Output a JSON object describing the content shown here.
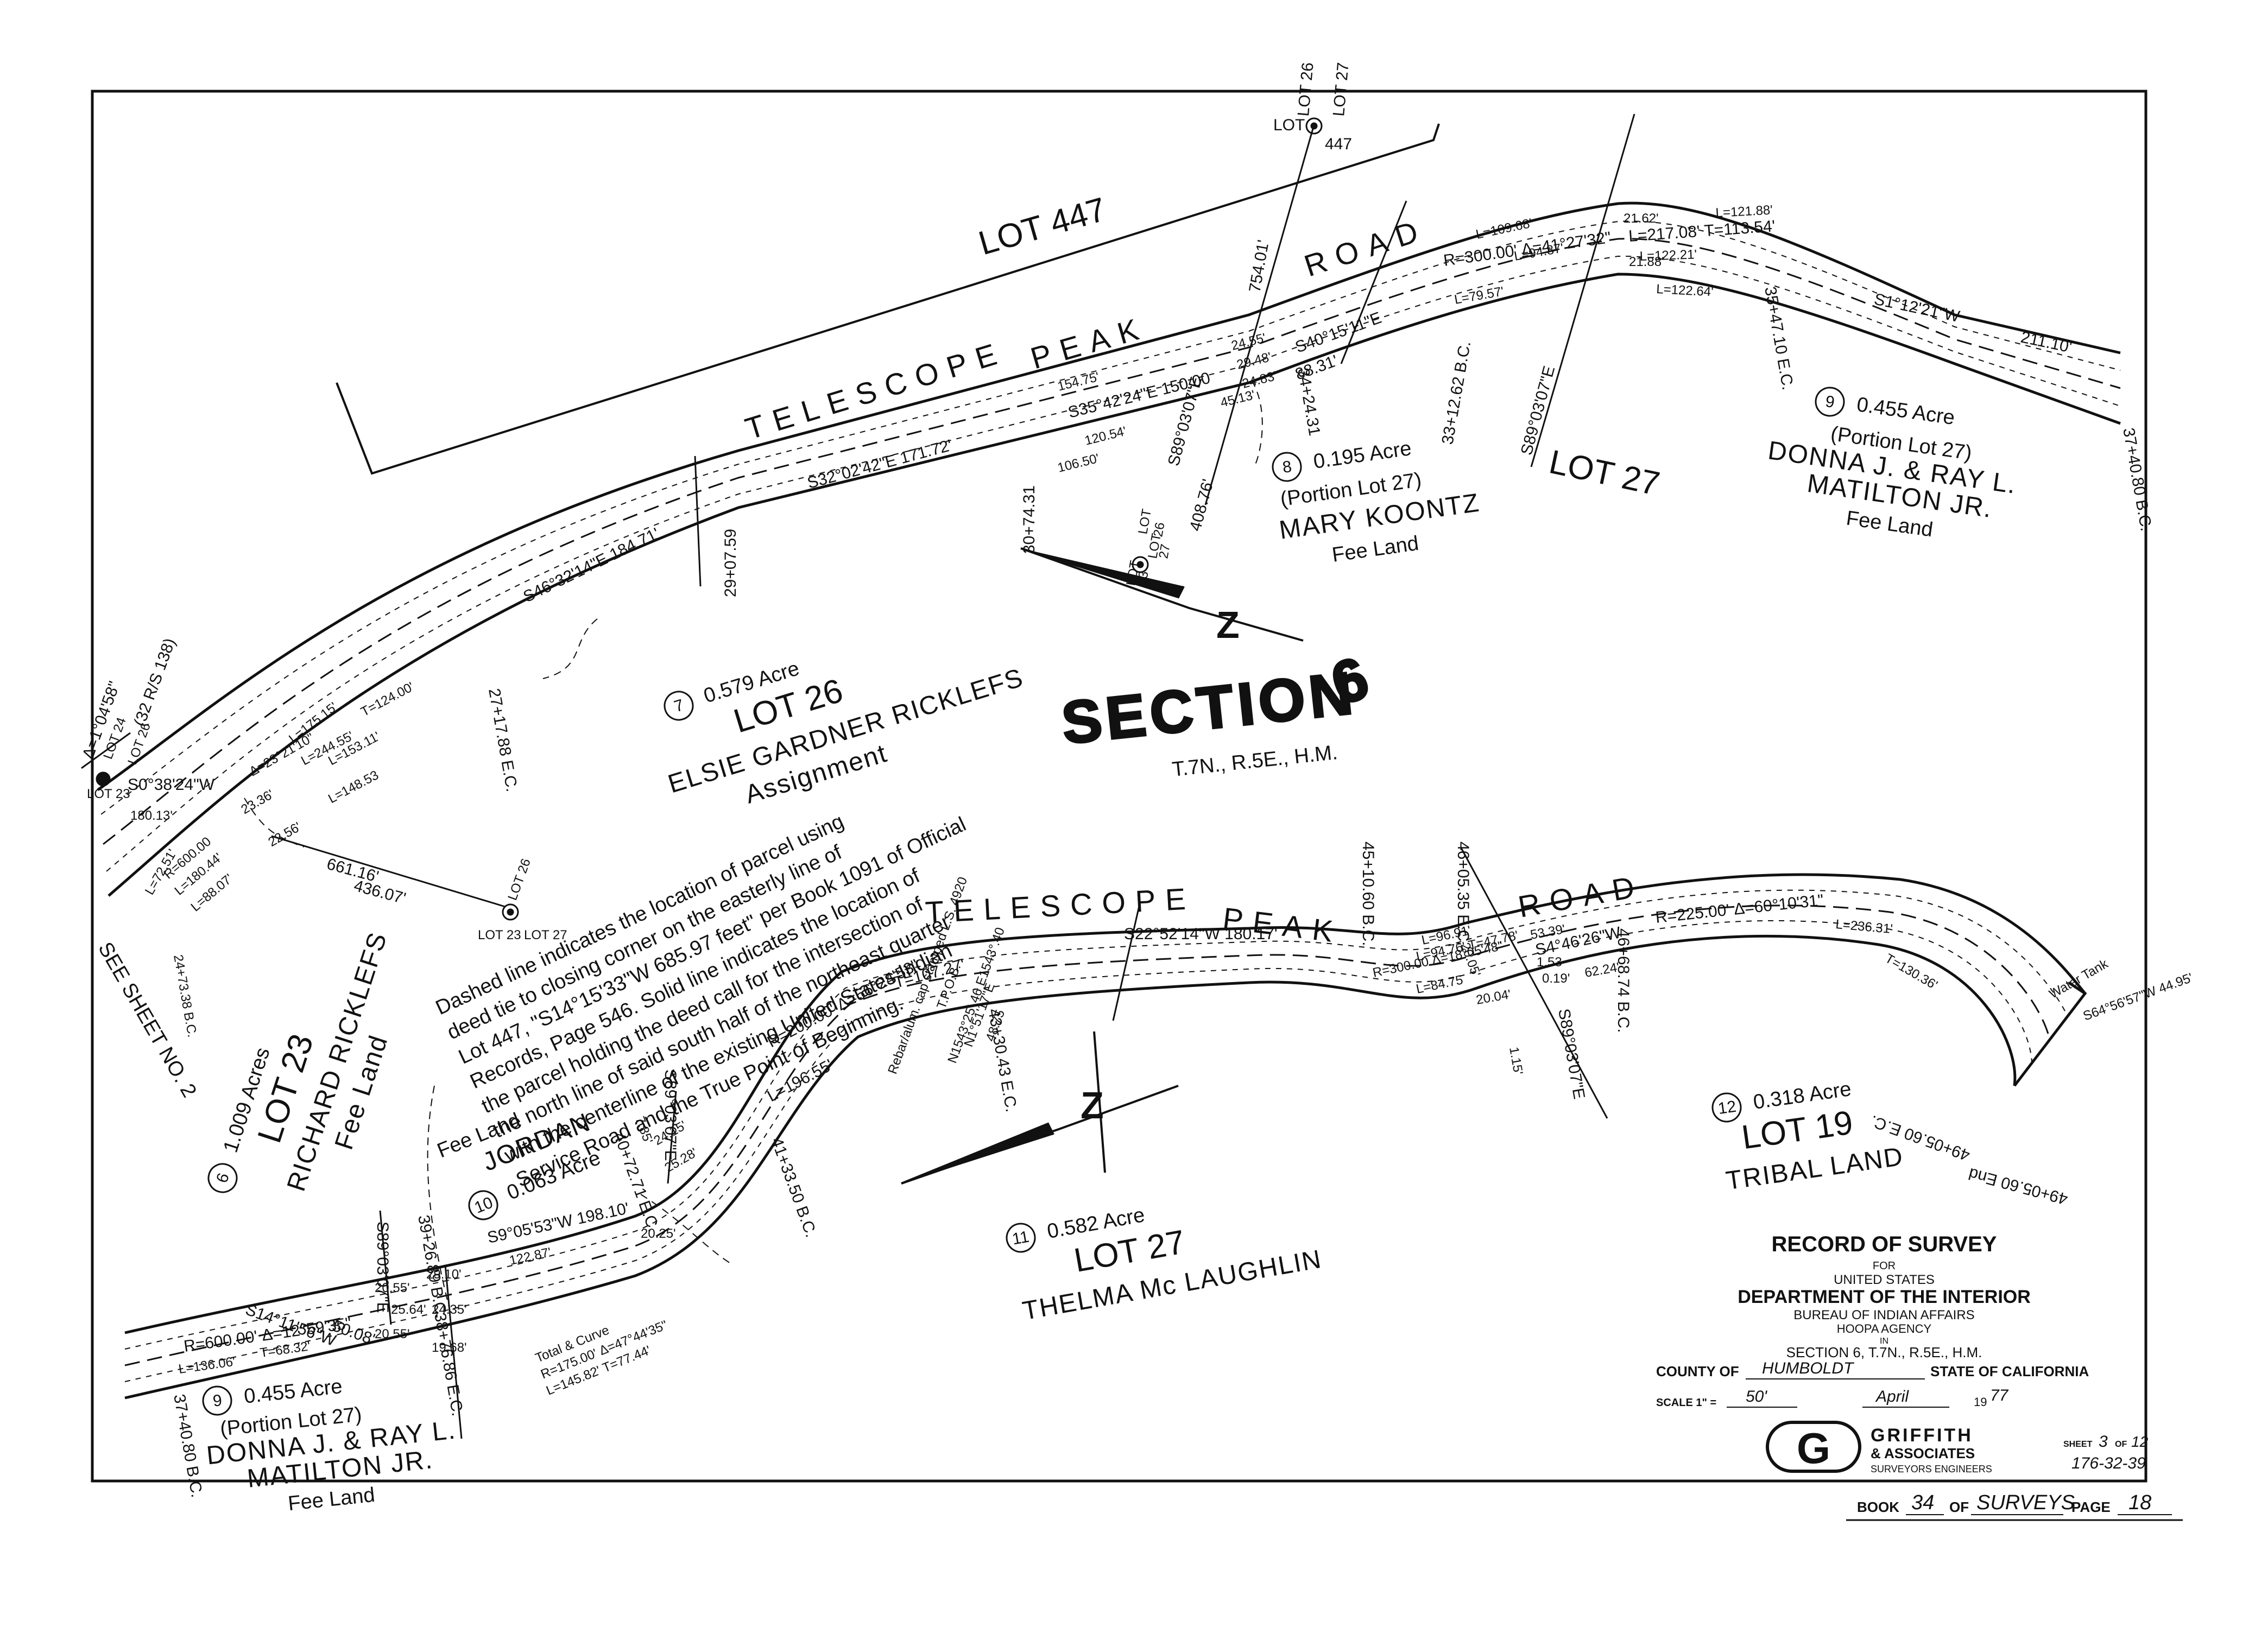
{
  "roads": {
    "upper": {
      "words": [
        "TELESCOPE",
        "PEAK",
        "ROAD"
      ]
    },
    "lower": {
      "words": [
        "TELESCOPE",
        "PEAK",
        "ROAD"
      ]
    }
  },
  "section": {
    "label": "SECTION",
    "number": "6",
    "sub": "T.7N., R.5E., H.M."
  },
  "lots": {
    "lot447": "LOT 447",
    "lot27_upper": "LOT 27",
    "corner_top": [
      "LOT 26",
      "LOT 27",
      "LOT",
      "447"
    ],
    "corner_mid": [
      "LOT",
      "26",
      "LOT",
      "27",
      "LOT",
      "23"
    ],
    "corner_left": [
      "LOT 24",
      "LOT 26",
      "LOT 23"
    ],
    "corner_bottom": [
      "LOT 26",
      "LOT 27",
      "LOT 23"
    ]
  },
  "parcels": [
    {
      "num": "7",
      "area": "0.579 Acre",
      "lot": "LOT 26",
      "owner": "ELSIE GARDNER RICKLEFS",
      "status": "Assignment"
    },
    {
      "num": "8",
      "area": "0.195 Acre",
      "lot": "(Portion Lot 27)",
      "owner": "MARY KOONTZ",
      "status": "Fee Land"
    },
    {
      "num": "9",
      "area": "0.455 Acre",
      "lot": "(Portion Lot 27)",
      "owner": "DONNA J. & RAY L.",
      "owner2": "MATILTON JR.",
      "status": "Fee Land"
    },
    {
      "num": "6",
      "area": "1.009 Acres",
      "lot": "LOT 23",
      "owner": "RICHARD RICKLEFS",
      "status": "Fee Land"
    },
    {
      "num": "10",
      "area": "0.063 Acre",
      "owner": "JORDAN",
      "status": "Fee Land"
    },
    {
      "num": "11",
      "area": "0.582 Acre",
      "lot": "LOT 27",
      "owner": "THELMA Mc LAUGHLIN"
    },
    {
      "num": "12",
      "area": "0.318 Acre",
      "lot": "LOT 19",
      "owner": "TRIBAL LAND"
    },
    {
      "num": "9",
      "area": "0.455 Acre",
      "lot": "(Portion Lot 27)",
      "owner": "DONNA J. & RAY L.",
      "owner2": "MATILTON JR.",
      "status": "Fee Land"
    }
  ],
  "note": [
    "Dashed line indicates the location of parcel using",
    "deed tie to closing corner on the easterly line of",
    "Lot 447, \"S14°15'33\"W 685.97 feet\" per Book 1091 of Official",
    "Records, Page 546. Solid line indicates the location of",
    "the parcel holding the deed call for the intersection of",
    "the north line of said south half of the northeast quarter",
    "with the centerline of the existing United States Indian",
    "Service Road and the True Point of Beginning."
  ],
  "bearings_upper": [
    "S46°32'14\"E 184.71'",
    "S32°02'42\"E 171.72'",
    "S35°42'24\"E 150.00",
    "S40°15'11\"E",
    "S1°12'21\"W",
    "211.10'",
    "754.01'",
    "408.76'",
    "S89°03'07\"E",
    "R=300.00' Δ=41°27'32\"",
    "L=217.08' T=113.54'",
    "L=109.68'",
    "L=121.88'",
    "L=94.87'",
    "L=122.21'",
    "L=79.57'",
    "L=122.64'",
    "21.62'",
    "21.88'",
    "154.75'",
    "120.54'",
    "106.50'",
    "88.31'",
    "24.55'",
    "29.48'",
    "24.83'",
    "45.13'",
    "S89°03'07\"E",
    "Δ=1°04'58\"",
    "(32 R/S 138)"
  ],
  "stations_upper": [
    "29+07.59",
    "30+74.31",
    "33+12.62 B.C.",
    "35+47.10 E.C.",
    "37+40.80 B.C.",
    "27+17.88 E.C.",
    "34+24.31"
  ],
  "bearings_left": [
    "L=175.15'",
    "Δ=23°21'10\"",
    "T=124.00'",
    "L=244.55'",
    "L=153.11'",
    "L=148.53",
    "S0°38'24\"W",
    "180.13'",
    "R=600.00",
    "L=180.44'",
    "L=88.07'",
    "L=72.51'",
    "661.16'",
    "436.07'",
    "23.36'",
    "22.56'",
    "24+73.38 B.C."
  ],
  "bearings_lower": [
    "S22°52'14\"W 180.17'",
    "R=200.00' Δ=56°24'53\"",
    "T=107.27'",
    "L=196.55'",
    "R=300.00 Δ=18°05'48\"",
    "L=94.76' T=47.78'",
    "L=84.75",
    "L=96.91'",
    "S4°46'26\"W",
    "R=225.00' Δ=60°10'31\"",
    "L=236.31'",
    "T=130.36'",
    "S64°56'57\"W 44.95'",
    "Water Tank",
    "S9°05'53\"W 198.10'",
    "122.87'",
    "R=600.00' Δ=12°59'35\"",
    "L=136.06'",
    "T=68.32'",
    "S14°11'56\"W",
    "50.08'",
    "Total & Curve",
    "R=175.00' Δ=47°44'35\"",
    "L=145.82' T=77.44'",
    "S89°03'07\"E",
    "S89°03'07\"E",
    "S89°03'07\"E",
    "N1°51'17\"E",
    "48.75",
    "T.P.O.B.",
    "Rebar/alum. cap stamped L.S. 4920",
    "N1543°25'.46 E1543°.40",
    "20.05'",
    "53.39'",
    "62.24'",
    "20.04'",
    "0.19'",
    "1.53",
    "1.15'",
    "20.55'",
    "25.64'",
    "24.35'",
    "20.55'",
    "29.10'",
    "20.25'",
    "19.68'",
    "7.85'",
    "24.15'",
    "25.28'"
  ],
  "stations_lower": [
    "39+26.89 B.C.",
    "40+72.71 E.C.",
    "41+33.50 B.C.",
    "43+30.43 E.C.",
    "45+10.60 B.C.",
    "46+05.35 E.C.",
    "46+68.74 B.C.",
    "49+05.60 E.C.",
    "49+05.60 End",
    "37+40.80 B.C.",
    "38+76.86 E.C."
  ],
  "see_sheet": "SEE SHEET NO. 2",
  "title_block": {
    "title": "RECORD OF SURVEY",
    "for": "FOR",
    "united_states": "UNITED STATES",
    "dept": "DEPARTMENT OF THE INTERIOR",
    "bureau": "BUREAU OF INDIAN AFFAIRS",
    "agency": "HOOPA AGENCY",
    "in": "IN",
    "section": "SECTION 6, T.7N., R.5E., H.M.",
    "county_label": "COUNTY OF",
    "county": "HUMBOLDT",
    "state": "STATE OF CALIFORNIA",
    "scale_label": "SCALE 1\" =",
    "scale": "50'",
    "month": "April",
    "year_prefix": "19",
    "year": "77",
    "firm1": "GRIFFITH",
    "firm2": "& ASSOCIATES",
    "firm3": "SURVEYORS ENGINEERS",
    "logo_letter": "G",
    "sheet_label": "SHEET",
    "sheet": "3",
    "of_label": "OF",
    "sheet_total": "12",
    "job": "176-32-39"
  },
  "book_line": {
    "book_label": "BOOK",
    "book": "34",
    "of_label": "OF",
    "surveys": "SURVEYS",
    "page_label": "PAGE",
    "page": "18"
  },
  "colors": {
    "ink": "#111111",
    "paper": "#ffffff",
    "border": "#222222"
  }
}
